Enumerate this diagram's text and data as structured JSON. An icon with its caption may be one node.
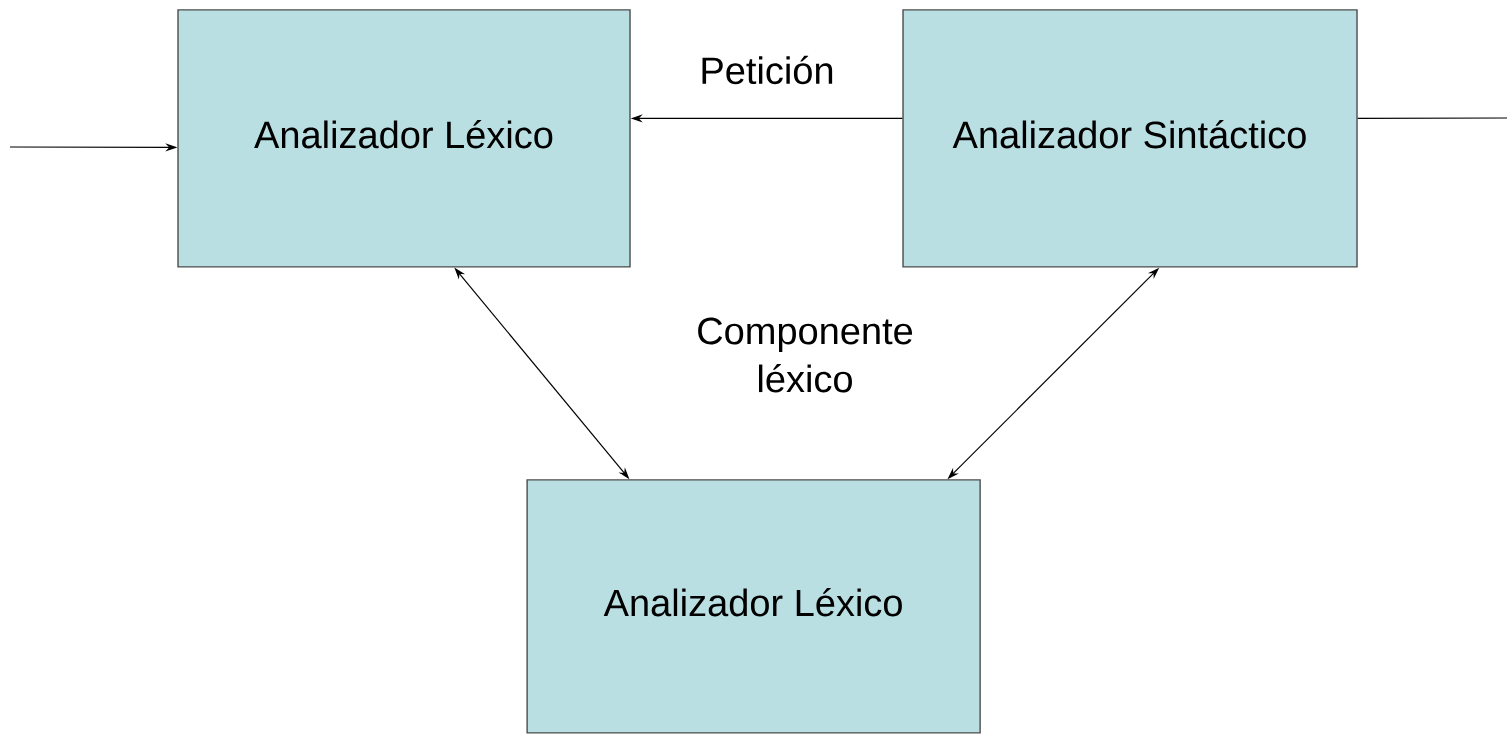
{
  "diagram": {
    "nodes": [
      {
        "text": [
          "Analizador Léxico"
        ]
      },
      {
        "text": [
          "Analizador Sintáctico"
        ]
      },
      {
        "text": [
          "Analizador Léxico"
        ]
      }
    ],
    "edges": [
      {
        "from": null,
        "to": 0,
        "arrow": "to"
      },
      {
        "from": 1,
        "to": 0,
        "arrow": "to",
        "label": "Petición"
      },
      {
        "from": 0,
        "to": 2,
        "arrow": "both"
      },
      {
        "from": 1,
        "to": 2,
        "arrow": "both"
      },
      {
        "from": 1,
        "to": null,
        "arrow": "none"
      }
    ],
    "labels": [
      "Componente léxico"
    ]
  }
}
